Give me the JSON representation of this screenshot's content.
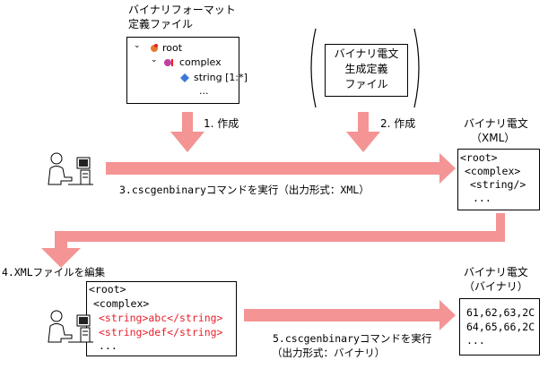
{
  "format_def": {
    "title_line1": "バイナリフォーマット",
    "title_line2": "定義ファイル",
    "tree": {
      "root": "root",
      "complex": "complex",
      "string": "string [1:*]",
      "ellipsis": "..."
    }
  },
  "gen_def": {
    "line1": "バイナリ電文",
    "line2": "生成定義",
    "line3": "ファイル"
  },
  "step1": "1. 作成",
  "step2": "2. 作成",
  "step3": "3.cscgenbinaryコマンドを実行（出力形式：XML）",
  "xml_out": {
    "title_line1": "バイナリ電文",
    "title_line2": "（XML）",
    "lines": [
      "<root>",
      "<complex>",
      "<string/>",
      "..."
    ]
  },
  "step4": "4.XMLファイルを編集",
  "edited_xml": {
    "lines": [
      "<root>",
      "<complex>",
      "<string>abc</string>",
      "<string>def</string>",
      "..."
    ]
  },
  "step5_line1": "5.cscgenbinaryコマンドを実行",
  "step5_line2": "（出力形式：バイナリ）",
  "bin_out": {
    "title_line1": "バイナリ電文",
    "title_line2": "（バイナリ）",
    "lines": [
      "61,62,63,2C",
      "64,65,66,2C",
      "..."
    ]
  },
  "colors": {
    "arrow": "#f49494",
    "highlight": "#e8202a"
  }
}
